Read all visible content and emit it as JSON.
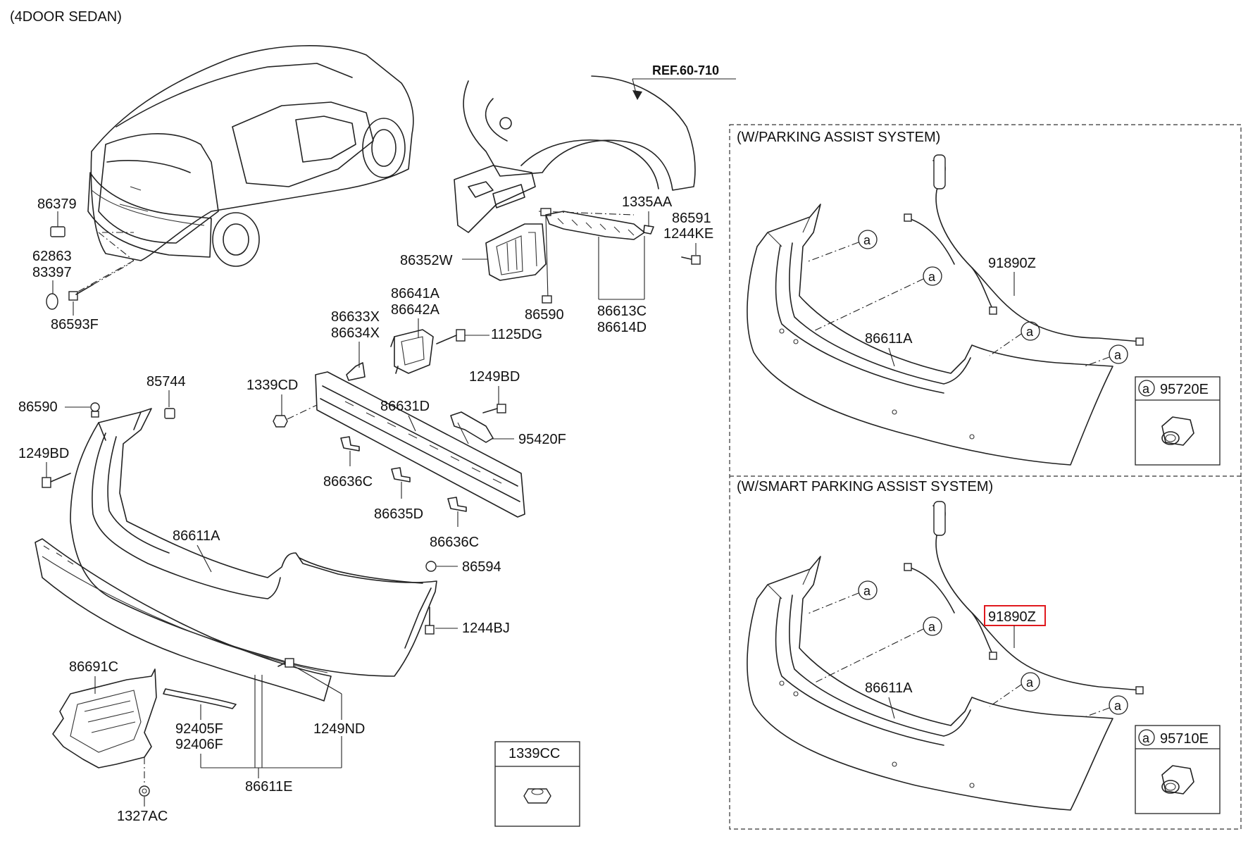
{
  "header": {
    "title": "(4DOOR SEDAN)",
    "ref": "REF.60-710"
  },
  "sections": {
    "parking_assist": {
      "title": "(W/PARKING ASSIST SYSTEM)",
      "harness_label": "91890Z",
      "bumper_label": "86611A",
      "callout": "a",
      "sensor_label": "95720E"
    },
    "smart_parking_assist": {
      "title": "(W/SMART PARKING ASSIST SYSTEM)",
      "harness_label": "91890Z",
      "bumper_label": "86611A",
      "callout": "a",
      "sensor_label": "95710E"
    }
  },
  "parts": {
    "p86379": "86379",
    "p62863": "62863",
    "p83397": "83397",
    "p86593F": "86593F",
    "p86352W": "86352W",
    "p86590_top": "86590",
    "p86591": "86591",
    "p1244KE": "1244KE",
    "p1335AA": "1335AA",
    "p86613C": "86613C",
    "p86614D": "86614D",
    "p86641A": "86641A",
    "p86642A": "86642A",
    "p86633X": "86633X",
    "p86634X": "86634X",
    "p1125DG": "1125DG",
    "p1339CD": "1339CD",
    "p86631D": "86631D",
    "p1249BD_right": "1249BD",
    "p95420F": "95420F",
    "p86636C_a": "86636C",
    "p86635D": "86635D",
    "p86636C_b": "86636C",
    "p86590_left": "86590",
    "p85744": "85744",
    "p1249BD_left": "1249BD",
    "p86611A_main": "86611A",
    "p86594": "86594",
    "p1244BJ": "1244BJ",
    "p86691C": "86691C",
    "p92405F": "92405F",
    "p92406F": "92406F",
    "p1249ND": "1249ND",
    "p86611E": "86611E",
    "p1327AC": "1327AC",
    "p1339CC": "1339CC"
  },
  "highlight": {
    "label": "91890Z",
    "color": "#e0191e"
  }
}
